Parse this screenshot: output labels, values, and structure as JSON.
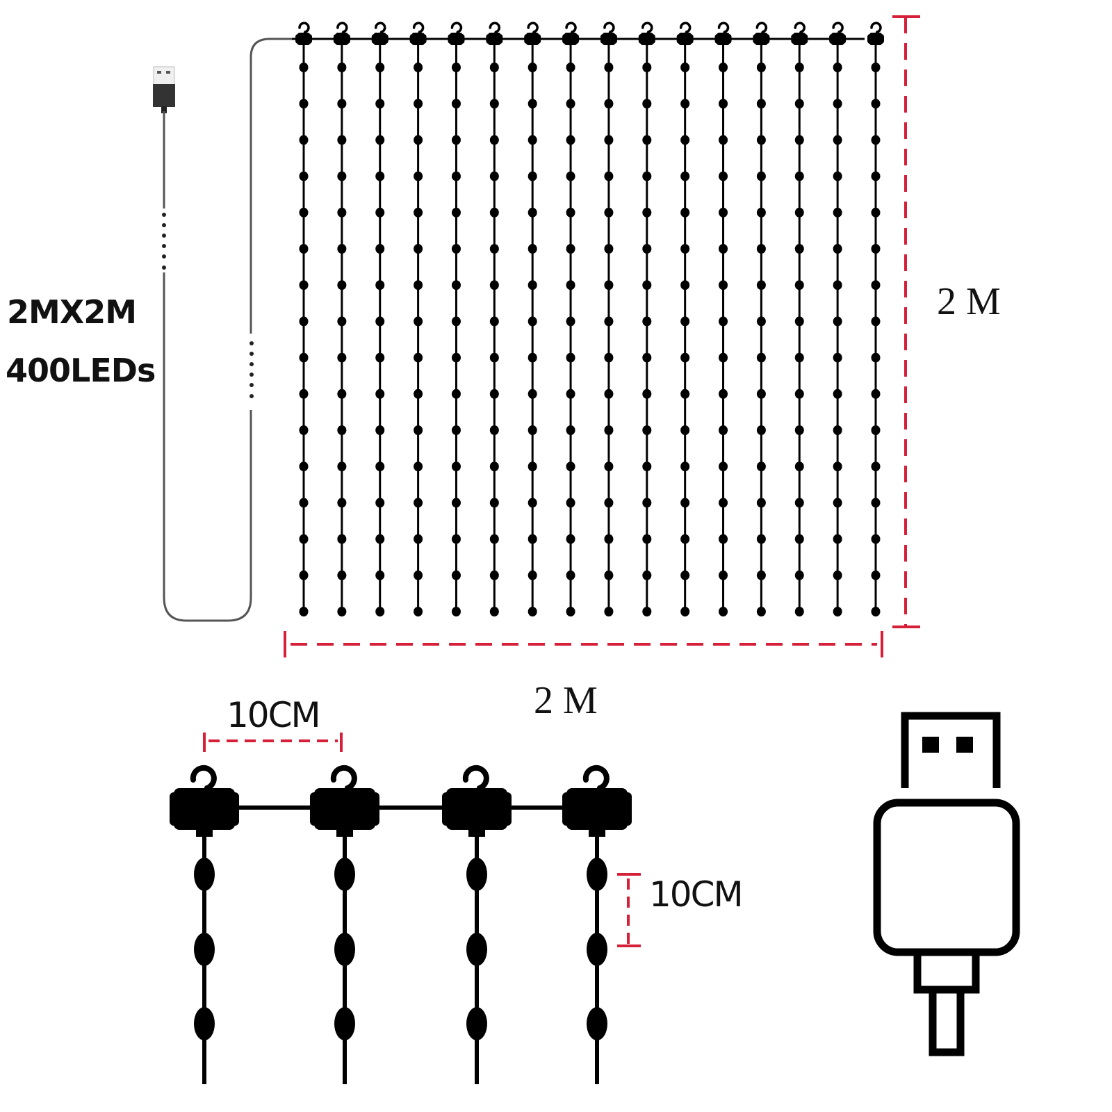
{
  "product_spec": {
    "size_label": "2MX2M",
    "led_count_label": "400LEDs"
  },
  "overview": {
    "strand_count": 16,
    "leds_per_strand_visible": 16,
    "height_label": "2 M",
    "width_label": "2 M"
  },
  "detail": {
    "horizontal_spacing_label": "10CM",
    "vertical_spacing_label": "10CM",
    "strand_count": 4,
    "leds_per_strand_visible": 3
  },
  "icons": {
    "usb_plug_small": "usb-plug-icon",
    "usb_plug_large": "usb-connector-icon",
    "hook": "hook-icon",
    "led_bulb": "led-bulb-icon"
  },
  "colors": {
    "line": "#000000",
    "cable": "#555555",
    "dimension": "#d6203a",
    "background": "#ffffff"
  }
}
